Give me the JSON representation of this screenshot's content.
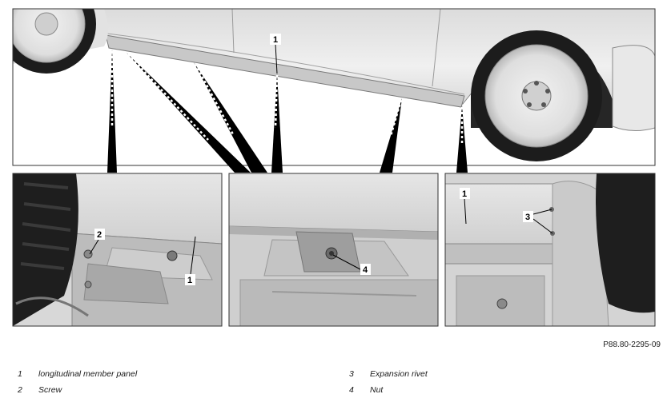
{
  "figure": {
    "code": "P88.80-2295-09",
    "callouts": {
      "overview_1": "1",
      "left_2": "2",
      "left_1": "1",
      "middle_4": "4",
      "right_1": "1",
      "right_3": "3"
    }
  },
  "legend": {
    "items": [
      {
        "number": "1",
        "text": "longitudinal member panel"
      },
      {
        "number": "2",
        "text": "Screw"
      },
      {
        "number": "3",
        "text": "Expansion rivet"
      },
      {
        "number": "4",
        "text": "Nut"
      }
    ]
  },
  "colors": {
    "frame": "#333333",
    "body_light": "#eeeeee",
    "body_mid": "#d4d4d4",
    "body_dark": "#9a9a9a",
    "tire": "#1c1c1c"
  }
}
